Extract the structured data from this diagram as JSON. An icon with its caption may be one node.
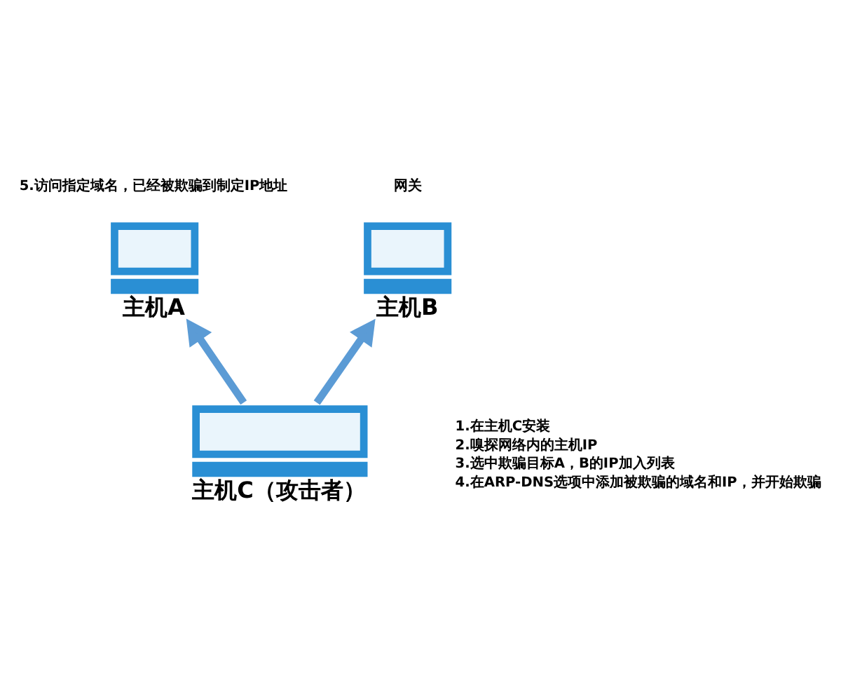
{
  "diagram": {
    "nodes": [
      {
        "text": [
          "主机A"
        ],
        "beside": [
          "5.访问指定域名，已经被欺骗到制定IP地址"
        ]
      },
      {
        "text": [
          "主机B"
        ],
        "beside": [
          "网关"
        ]
      },
      {
        "text": [
          "主机C（攻击者）"
        ],
        "beside": [
          "1.在主机C安装",
          "2.嗅探网络内的主机IP",
          "3.选中欺骗目标A，B的IP加入列表",
          "4.在ARP-DNS选项中添加被欺骗的域名和IP，并开始欺骗"
        ]
      }
    ],
    "edges": [
      {
        "from": 2,
        "to": 0,
        "arrow": "to"
      },
      {
        "from": 2,
        "to": 1,
        "arrow": "to"
      }
    ]
  }
}
